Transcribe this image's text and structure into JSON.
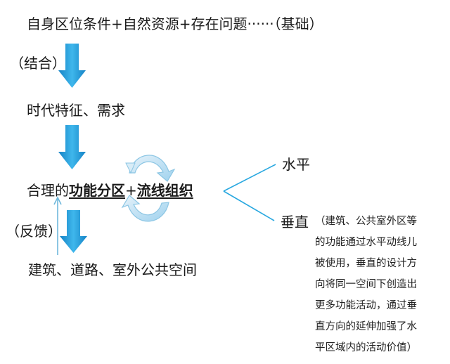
{
  "level1": {
    "text": "自身区位条件+自然资源+存在问题······（基础）"
  },
  "combine_label": "（结合）",
  "level2": {
    "text": "时代特征、需求"
  },
  "level3": {
    "prefix": "合理的",
    "function": "功能分区",
    "plus": "+",
    "circulation": "流线组织"
  },
  "feedback_label": "（反馈）",
  "level4": {
    "text": "建筑、道路、室外公共空间"
  },
  "branch_horizontal": "水平",
  "branch_vertical": "垂直",
  "vertical_note": [
    "（建筑、公共室外区等",
    "的功能通过水平动线儿",
    "被使用，垂直的设计方",
    "向将同一空间下创造出",
    "更多功能活动，通过垂",
    "直方向的延伸加强了水",
    "平区域内的活动价值）"
  ],
  "colors": {
    "arrow": "#29a8e0",
    "arrow_dark": "#1583c6",
    "line": "#29a8e0"
  }
}
